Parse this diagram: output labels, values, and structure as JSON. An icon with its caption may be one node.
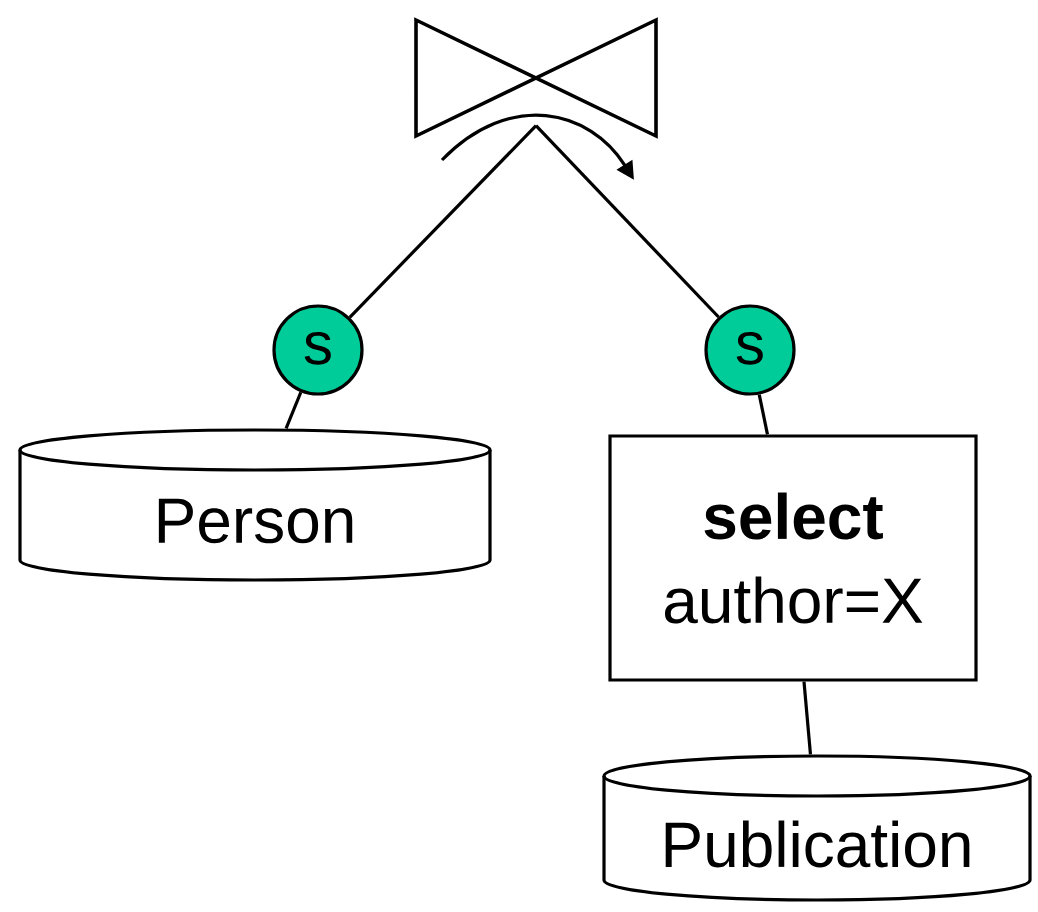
{
  "diagram": {
    "nodes": [
      {
        "text": [],
        "shape": "bowtie"
      },
      {
        "text": [
          "s"
        ]
      },
      {
        "text": [
          "s"
        ]
      },
      {
        "text": [
          "Person"
        ]
      },
      {
        "text": [
          "select",
          "author=X"
        ]
      },
      {
        "text": [
          "Publication"
        ]
      }
    ],
    "edges": [
      {
        "from": 0,
        "to": 1,
        "arrow": "none"
      },
      {
        "from": 1,
        "to": 3,
        "arrow": "none"
      },
      {
        "from": 0,
        "to": 2,
        "arrow": "none"
      },
      {
        "from": 2,
        "to": 4,
        "arrow": "none"
      },
      {
        "from": 4,
        "to": 5,
        "arrow": "none"
      }
    ]
  }
}
